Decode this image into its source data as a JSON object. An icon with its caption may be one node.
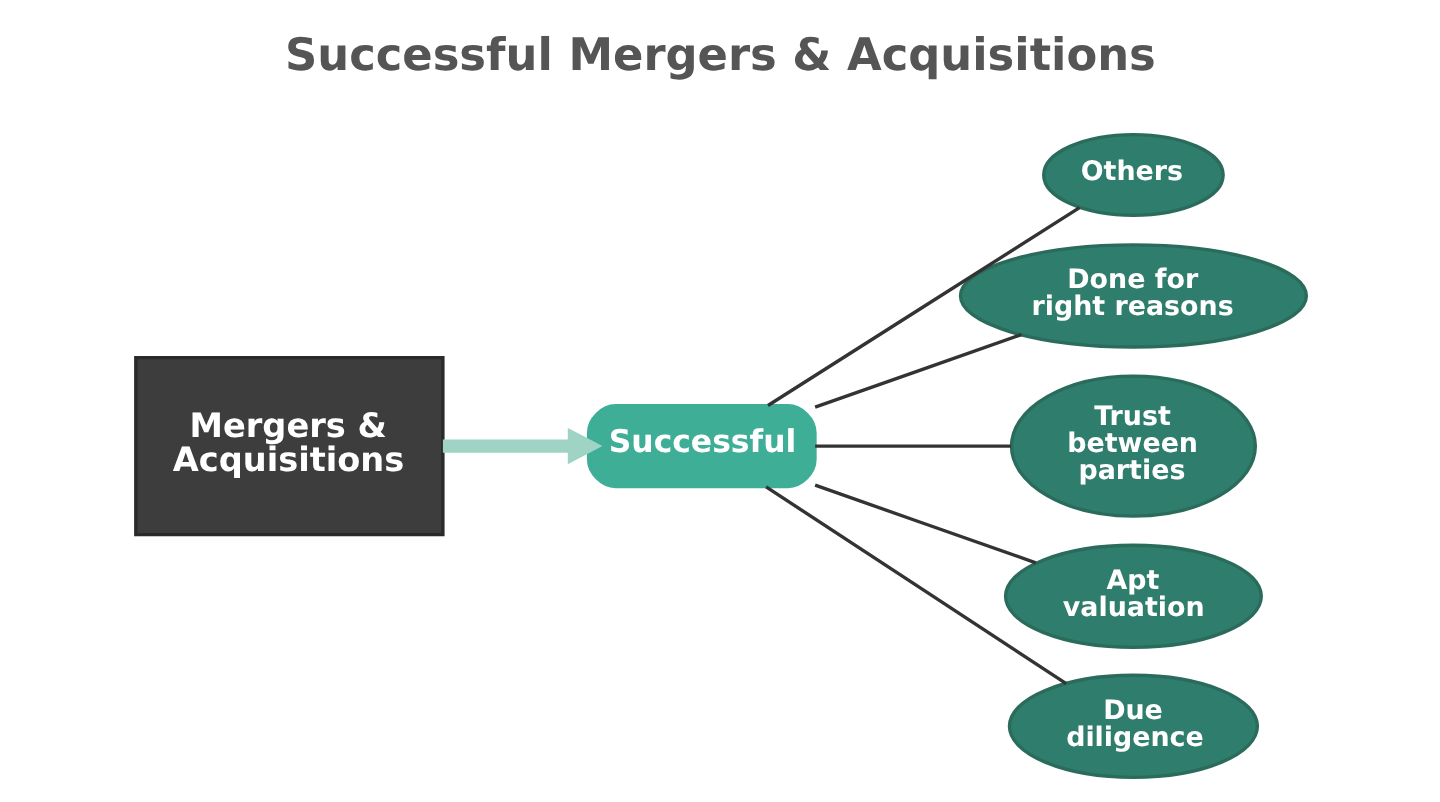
{
  "diagram": {
    "title": "Successful Mergers & Acquisitions",
    "nodes": [
      {
        "text": [
          "Others"
        ]
      },
      {
        "text": [
          "Done for right reasons"
        ]
      },
      {
        "text": [
          "Mergers & Acquisitions"
        ]
      },
      {
        "text": [
          "Successful"
        ]
      },
      {
        "text": [
          "Trust between parties"
        ]
      },
      {
        "text": [
          "Apt valuation"
        ]
      },
      {
        "text": [
          "Due diligence"
        ]
      }
    ],
    "edges": [
      {
        "from": 2,
        "to": 3,
        "arrow": "to",
        "style": "thick",
        "color": "#9fd3c4"
      },
      {
        "from": 3,
        "to": 0,
        "arrow": "none"
      },
      {
        "from": 3,
        "to": 1,
        "arrow": "none"
      },
      {
        "from": 3,
        "to": 4,
        "arrow": "none"
      },
      {
        "from": 3,
        "to": 5,
        "arrow": "none"
      },
      {
        "from": 3,
        "to": 6,
        "arrow": "none"
      }
    ]
  }
}
